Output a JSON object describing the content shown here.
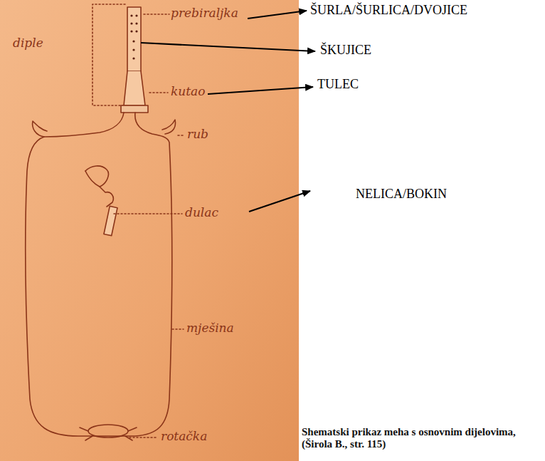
{
  "diagram": {
    "caption": "Shematski prikaz meha s osnovnim dijelovima, (Širola B., str. 115)",
    "labels": [
      "diple",
      "prebiraljka",
      "kutao",
      "rub",
      "dulac",
      "mješina",
      "rotačka",
      "ŠURLA/ŠURLICA/DVOJICE",
      "ŠKUJICE",
      "TULEC",
      "NELICA/BOKIN"
    ]
  }
}
